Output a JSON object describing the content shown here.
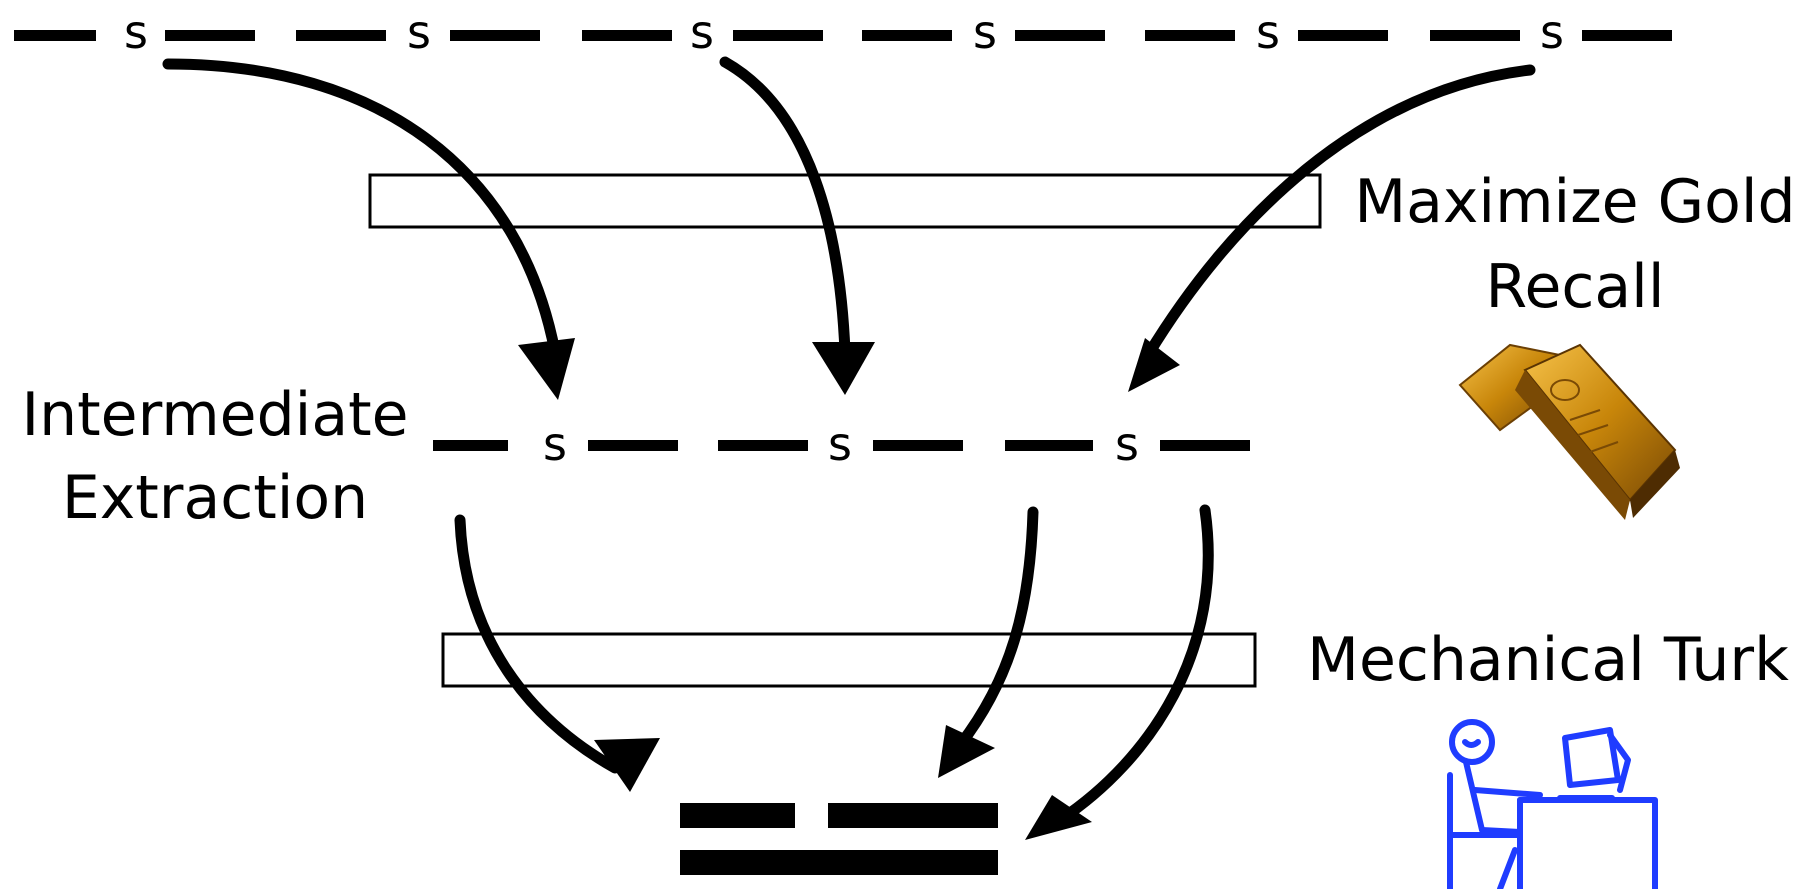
{
  "sentence_marker": "s",
  "top_row": {
    "markers": [
      "s",
      "s",
      "s",
      "s",
      "s",
      "s"
    ]
  },
  "middle_row": {
    "label_line1": "Intermediate",
    "label_line2": "Extraction",
    "markers": [
      "s",
      "s",
      "s"
    ]
  },
  "stage_gold": {
    "label_line1": "Maximize Gold",
    "label_line2": "Recall",
    "icon": "gold-bars-icon"
  },
  "stage_turk": {
    "label": "Mechanical Turk",
    "icon": "person-at-computer-icon"
  },
  "colors": {
    "ink": "#000000",
    "gold": "#c8860a",
    "turk_blue": "#1f3cff"
  }
}
